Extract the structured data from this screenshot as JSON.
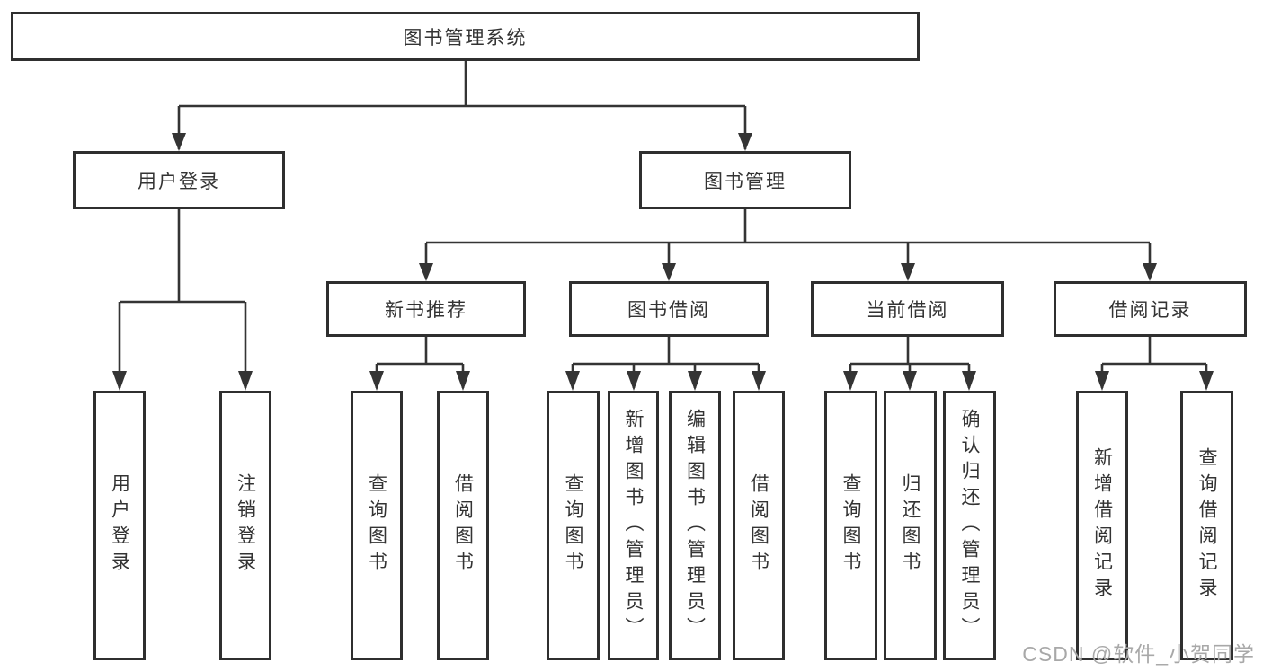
{
  "diagram": {
    "type": "hierarchy-tree",
    "title": "图书管理系统",
    "colors": {
      "line": "#343434",
      "box_border": "#2f2f2f",
      "text": "#333333",
      "background": "#ffffff",
      "watermark": "#a8a8a8"
    },
    "nodes": {
      "root": {
        "label": "图书管理系统"
      },
      "user_login": {
        "label": "用户登录"
      },
      "book_manage": {
        "label": "图书管理"
      },
      "new_book_rec": {
        "label": "新书推荐"
      },
      "book_borrow": {
        "label": "图书借阅"
      },
      "current_borrow": {
        "label": "当前借阅"
      },
      "borrow_record": {
        "label": "借阅记录"
      },
      "leaf_user_login": {
        "label": "用户登录"
      },
      "leaf_logout": {
        "label": "注销登录"
      },
      "rec_query_book": {
        "label": "查询图书"
      },
      "rec_borrow_book": {
        "label": "借阅图书"
      },
      "bb_query_book": {
        "label": "查询图书"
      },
      "bb_add_book": {
        "label": "新增图书（管理员）"
      },
      "bb_edit_book": {
        "label": "编辑图书（管理员）"
      },
      "bb_borrow_book": {
        "label": "借阅图书"
      },
      "cb_query_book": {
        "label": "查询图书"
      },
      "cb_return_book": {
        "label": "归还图书"
      },
      "cb_confirm_return": {
        "label": "确认归还（管理员）"
      },
      "br_add_record": {
        "label": "新增借阅记录"
      },
      "br_query_record": {
        "label": "查询借阅记录"
      }
    },
    "edges": [
      {
        "from": "root",
        "to": [
          "user_login",
          "book_manage"
        ]
      },
      {
        "from": "user_login",
        "to": [
          "leaf_user_login",
          "leaf_logout"
        ]
      },
      {
        "from": "book_manage",
        "to": [
          "new_book_rec",
          "book_borrow",
          "current_borrow",
          "borrow_record"
        ]
      },
      {
        "from": "new_book_rec",
        "to": [
          "rec_query_book",
          "rec_borrow_book"
        ]
      },
      {
        "from": "book_borrow",
        "to": [
          "bb_query_book",
          "bb_add_book",
          "bb_edit_book",
          "bb_borrow_book"
        ]
      },
      {
        "from": "current_borrow",
        "to": [
          "cb_query_book",
          "cb_return_book",
          "cb_confirm_return"
        ]
      },
      {
        "from": "borrow_record",
        "to": [
          "br_add_record",
          "br_query_record"
        ]
      }
    ],
    "watermark": "CSDN @软件_小贺同学"
  }
}
